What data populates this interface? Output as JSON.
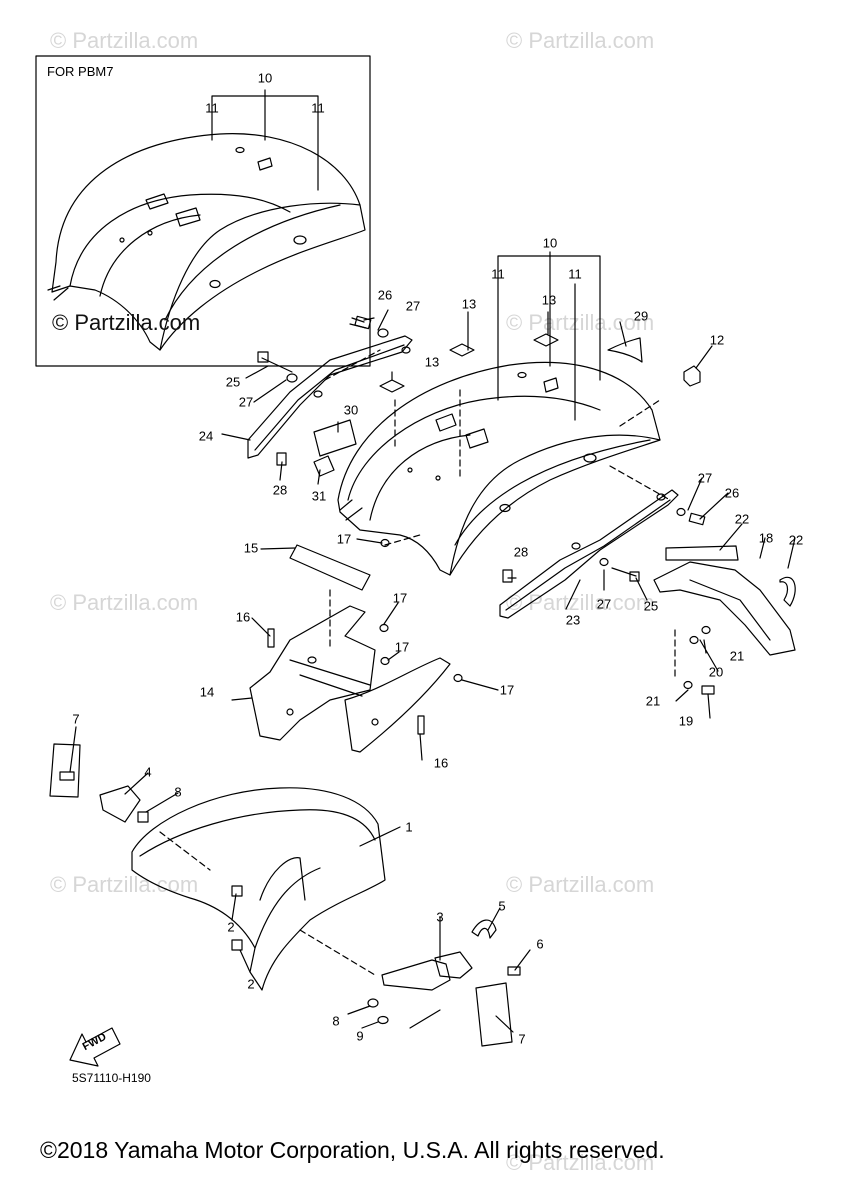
{
  "watermark": "© Partzilla.com",
  "inset": {
    "label": "FOR PBM7",
    "watermark": "© Partzilla.com"
  },
  "diagram_code": "5S71110-H190",
  "copyright": "©2018 Yamaha Motor Corporation, U.S.A. All rights reserved.",
  "fwd_label": "FWD",
  "callouts": [
    "10",
    "11",
    "11",
    "10",
    "11",
    "11",
    "26",
    "27",
    "13",
    "13",
    "29",
    "12",
    "25",
    "27",
    "13",
    "24",
    "30",
    "28",
    "31",
    "27",
    "26",
    "22",
    "18",
    "22",
    "17",
    "15",
    "28",
    "23",
    "27",
    "25",
    "17",
    "16",
    "17",
    "21",
    "20",
    "14",
    "17",
    "21",
    "19",
    "16",
    "7",
    "4",
    "8",
    "1",
    "2",
    "5",
    "3",
    "6",
    "2",
    "8",
    "9",
    "7"
  ]
}
